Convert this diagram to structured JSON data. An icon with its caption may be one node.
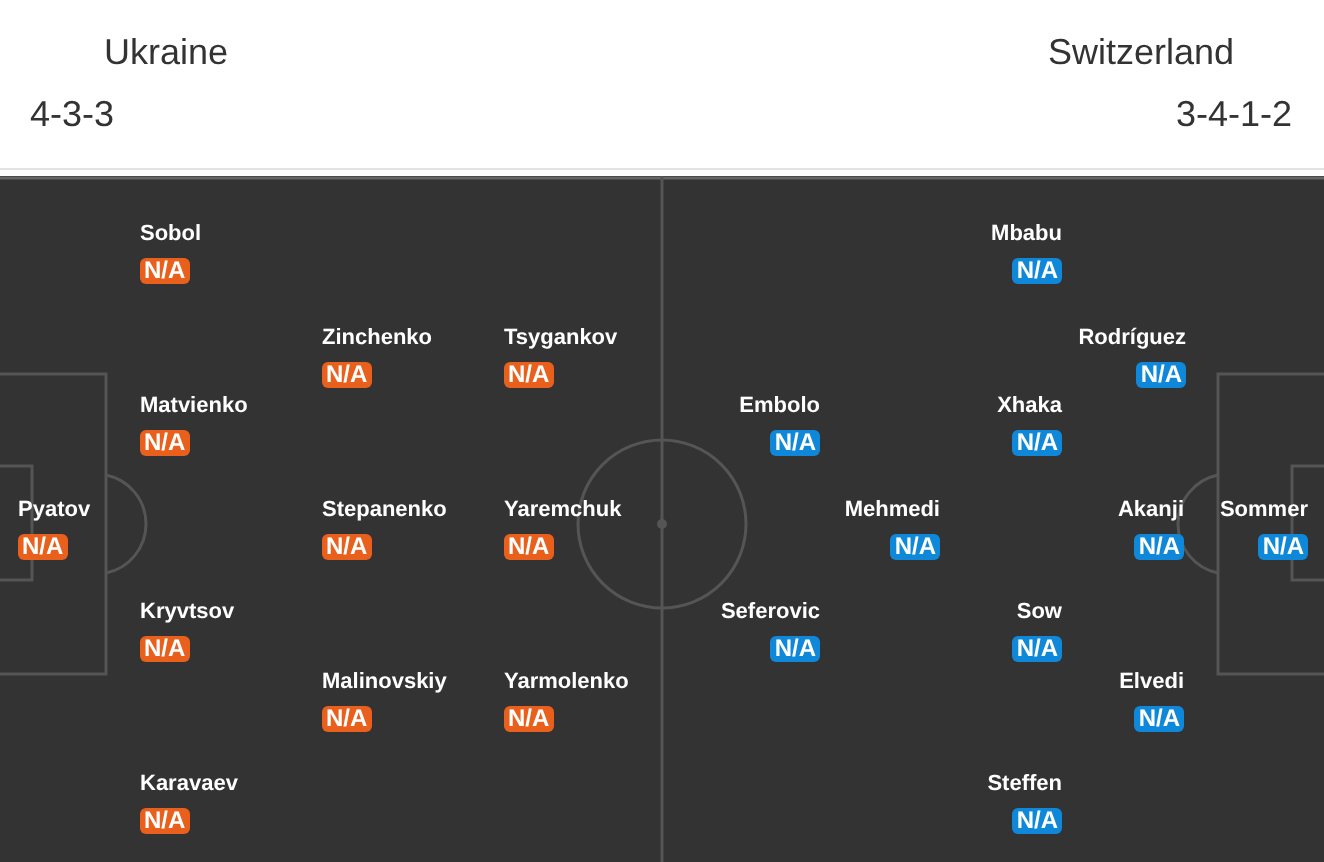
{
  "diagram": {
    "nodes": [
      {
        "text": [
          "Sobol",
          "N/A"
        ]
      },
      {
        "text": [
          "Zinchenko",
          "N/A"
        ]
      },
      {
        "text": [
          "Tsygankov",
          "N/A"
        ]
      },
      {
        "text": [
          "Matvienko",
          "N/A"
        ]
      },
      {
        "text": [
          "Pyatov",
          "N/A"
        ]
      },
      {
        "text": [
          "Stepanenko",
          "N/A"
        ]
      },
      {
        "text": [
          "Yaremchuk",
          "N/A"
        ]
      },
      {
        "text": [
          "Kryvtsov",
          "N/A"
        ]
      },
      {
        "text": [
          "Malinovskiy",
          "N/A"
        ]
      },
      {
        "text": [
          "Yarmolenko",
          "N/A"
        ]
      },
      {
        "text": [
          "Karavaev",
          "N/A"
        ]
      },
      {
        "text": [
          "Mbabu",
          "N/A"
        ]
      },
      {
        "text": [
          "Rodríguez",
          "N/A"
        ]
      },
      {
        "text": [
          "Embolo",
          "N/A"
        ]
      },
      {
        "text": [
          "Xhaka",
          "N/A"
        ]
      },
      {
        "text": [
          "Mehmedi",
          "N/A"
        ]
      },
      {
        "text": [
          "Akanji",
          "N/A"
        ]
      },
      {
        "text": [
          "Sommer",
          "N/A"
        ]
      },
      {
        "text": [
          "Seferovic",
          "N/A"
        ]
      },
      {
        "text": [
          "Sow",
          "N/A"
        ]
      },
      {
        "text": [
          "Elvedi",
          "N/A"
        ]
      },
      {
        "text": [
          "Steffen",
          "N/A"
        ]
      }
    ],
    "labels": [
      "Ukraine",
      "4-3-3",
      "Switzerland",
      "3-4-1-2"
    ]
  }
}
